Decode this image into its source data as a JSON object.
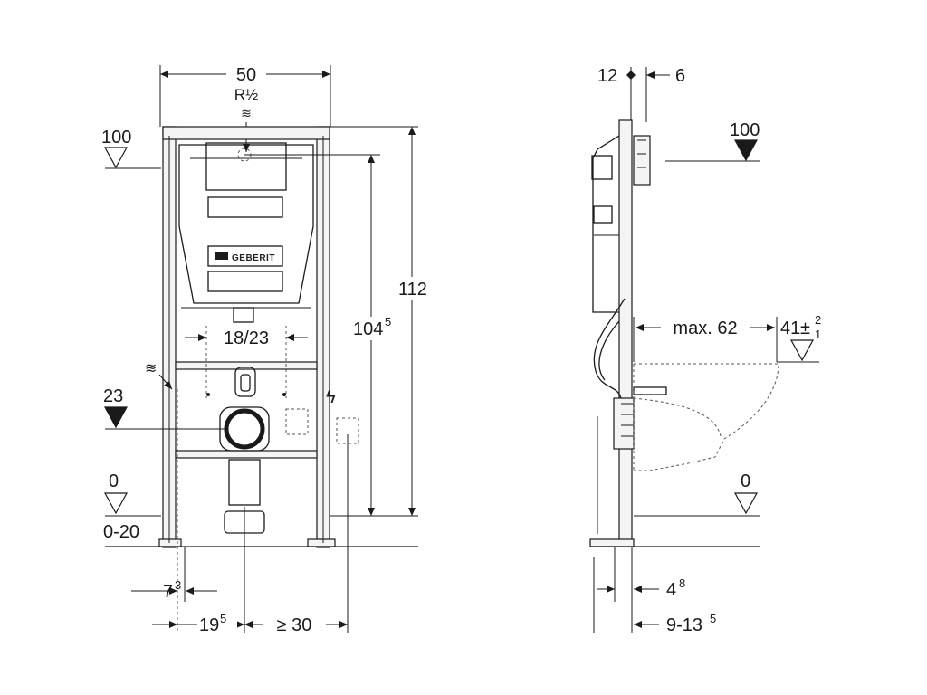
{
  "front_view": {
    "width_label": "50",
    "thread_label": "R½",
    "level_100": "100",
    "level_23": "23",
    "level_0": "0",
    "floor_range": "0-20",
    "height_total": "112",
    "height_104": "104",
    "height_104_sup": "5",
    "flush_spacing": "18/23",
    "brand_text": "GEBERIT",
    "offset_7": "7",
    "offset_7_sup": "3",
    "offset_19": "19",
    "offset_19_sup": "5",
    "min_distance": "≥ 30"
  },
  "side_view": {
    "top_left_label": "12",
    "top_right_label": "6",
    "level_100": "100",
    "max_projection": "max. 62",
    "level_41": "41",
    "level_41_plus": "±",
    "level_41_upper": "2",
    "level_41_lower": "1",
    "level_0": "0",
    "depth_4": "4",
    "depth_4_sup": "8",
    "depth_range": "9-13",
    "depth_range_sup": "5"
  },
  "colors": {
    "line": "#1a1a1a",
    "frame_fill": "#f4f4f4",
    "dashed": "#555555"
  }
}
